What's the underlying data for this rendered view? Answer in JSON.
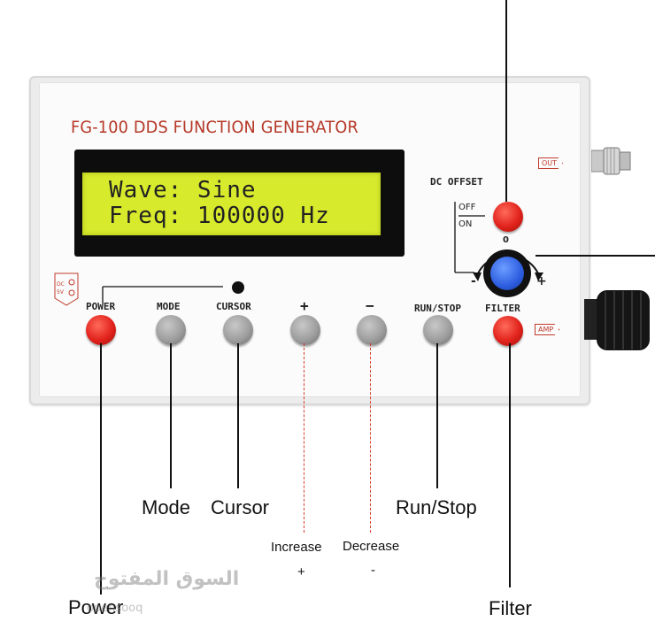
{
  "device": {
    "title": "FG-100 DDS FUNCTION GENERATOR",
    "lcd": {
      "line1": "Wave: Sine",
      "line2": "Freq: 100000 Hz"
    },
    "dc_offset_label": "DC OFFSET",
    "off_label": "OFF",
    "on_label": "ON",
    "knob_zero": "0",
    "knob_minus": "-",
    "knob_plus": "+",
    "out_tag": "OUT",
    "amp_tag": "AMP",
    "dc_tag": "DC 5V",
    "buttons": [
      {
        "label": "POWER",
        "color": "#e1231c"
      },
      {
        "label": "MODE",
        "color": "#9e9e9e"
      },
      {
        "label": "CURSOR",
        "color": "#9e9e9e"
      },
      {
        "label": "+",
        "color": "#9e9e9e"
      },
      {
        "label": "−",
        "color": "#9e9e9e"
      },
      {
        "label": "RUN/STOP",
        "color": "#9e9e9e"
      },
      {
        "label": "FILTER",
        "color": "#e1231c"
      }
    ]
  },
  "callouts": {
    "mode": "Mode",
    "cursor": "Cursor",
    "increase": "Increase",
    "increase_sign": "+",
    "decrease": "Decrease",
    "decrease_sign": "-",
    "run_stop": "Run/Stop",
    "filter": "Filter",
    "power": "Power"
  },
  "watermark": {
    "arabic": "السوق المفتوح",
    "latin": "opensooq"
  }
}
